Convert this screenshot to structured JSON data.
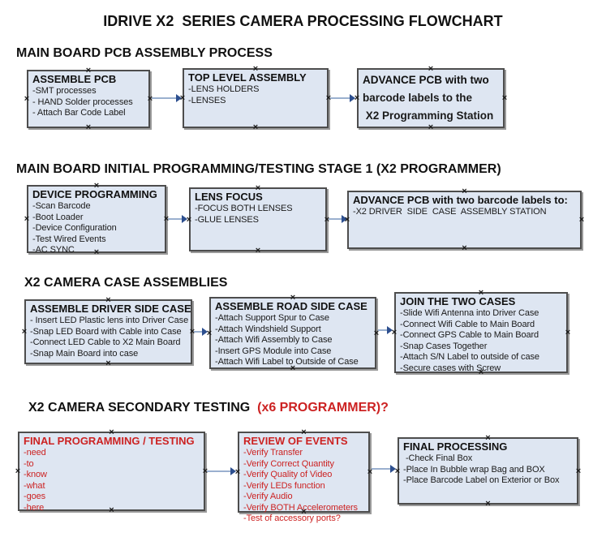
{
  "title": "IDRIVE X2  SERIES CAMERA PROCESSING FLOWCHART",
  "decorations": {
    "handle_glyph": "×"
  },
  "colors": {
    "background": "#ffffff",
    "box_fill": "#dee6f2",
    "box_border": "#4d4d4d",
    "box_shadow": "#9a9a9a",
    "arrow_line": "#9ab0cf",
    "arrow_head": "#2d4f8f",
    "red_text": "#cc2222",
    "text": "#111111"
  },
  "sections": [
    {
      "header": "MAIN BOARD PCB ASSEMBLY PROCESS",
      "boxes": [
        {
          "title": "ASSEMBLE PCB",
          "lines": [
            "-SMT processes",
            "- HAND Solder processes",
            "- Attach Bar Code Label"
          ]
        },
        {
          "title": "TOP LEVEL ASSEMBLY",
          "lines": [
            "-LENS HOLDERS",
            "-LENSES"
          ]
        },
        {
          "title": "ADVANCE PCB with two",
          "lines": [
            "barcode labels to the",
            " X2 Programming Station"
          ]
        }
      ]
    },
    {
      "header": "MAIN BOARD INITIAL PROGRAMMING/TESTING STAGE 1 (X2 PROGRAMMER)",
      "boxes": [
        {
          "title": "DEVICE PROGRAMMING",
          "lines": [
            "-Scan Barcode",
            "-Boot Loader",
            "-Device Configuration",
            "-Test Wired Events",
            "-AC SYNC"
          ]
        },
        {
          "title": "LENS FOCUS",
          "lines": [
            "-FOCUS BOTH LENSES",
            "-GLUE LENSES"
          ]
        },
        {
          "title": "ADVANCE PCB with two barcode labels to:",
          "lines": [
            "-X2 DRIVER  SIDE  CASE  ASSEMBLY STATION"
          ]
        }
      ]
    },
    {
      "header": "X2 CAMERA CASE ASSEMBLIES",
      "boxes": [
        {
          "title": "ASSEMBLE DRIVER SIDE CASE",
          "lines": [
            "- Insert LED Plastic lens into Driver Case",
            "-Snap LED Board with Cable into Case",
            "-Connect LED Cable to X2 Main Board",
            "-Snap Main Board into case"
          ]
        },
        {
          "title": "ASSEMBLE ROAD SIDE CASE",
          "lines": [
            "-Attach Support Spur to Case",
            "-Attach Windshield Support",
            "-Attach Wifi Assembly to Case",
            "-Insert GPS Module into Case",
            "-Attach Wifi Label to Outside of Case"
          ]
        },
        {
          "title": "JOIN THE TWO CASES",
          "lines": [
            "-Slide Wifi Antenna into Driver Case",
            "-Connect Wifi Cable to Main Board",
            "-Connect GPS Cable to Main Board",
            "-Snap Cases Together",
            "-Attach S/N Label to outside of case",
            "-Secure cases with Screw"
          ]
        }
      ]
    },
    {
      "header": "X2 CAMERA SECONDARY TESTING  ",
      "header_red": "(x6 PROGRAMMER)?",
      "boxes": [
        {
          "title": "FINAL PROGRAMMING / TESTING",
          "lines": [
            "-need",
            "-to",
            "-know",
            "-what",
            "-goes",
            "-here"
          ]
        },
        {
          "title": "REVIEW OF EVENTS",
          "lines": [
            "-Verify Transfer",
            "-Verify Correct Quantity",
            "-Verify Quality of Video",
            "-Verify LEDs function",
            "-Verify Audio",
            "-Verify BOTH Accelerometers",
            "-Test of accessory ports?"
          ]
        },
        {
          "title": "FINAL PROCESSING",
          "lines": [
            " -Check Final Box",
            "-Place In Bubble wrap Bag and BOX",
            "-Place Barcode Label on Exterior or Box"
          ]
        }
      ]
    }
  ]
}
